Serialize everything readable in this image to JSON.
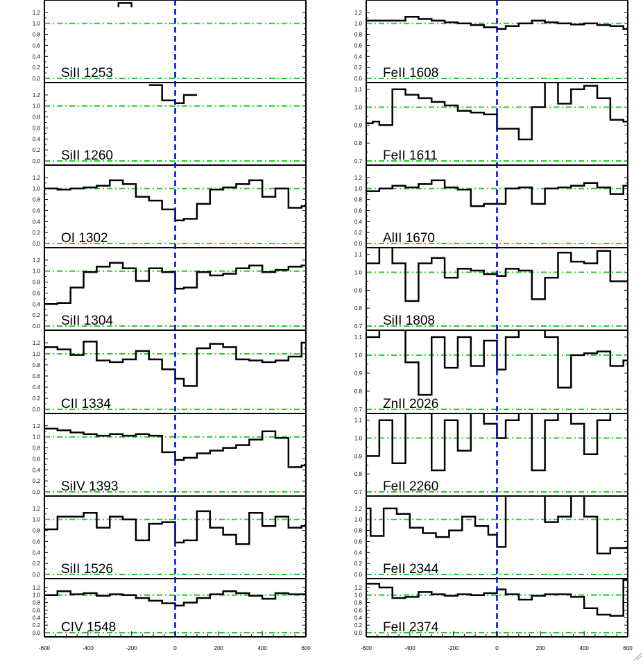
{
  "chart_data": {
    "type": "line",
    "style": "step",
    "xlim": [
      -600,
      600
    ],
    "x_ticks": [
      -600,
      -400,
      -200,
      0,
      200,
      400,
      600
    ],
    "reference_lines": {
      "horizontal_y": 1.0,
      "vertical_x": 0,
      "horizontal_color": "#22cc22",
      "vertical_color": "#0000dd"
    },
    "columns": [
      {
        "panels": [
          {
            "label": "SiII 1253",
            "ylim": [
              0,
              1.4
            ],
            "y_ticks": [
              0.0,
              0.2,
              0.4,
              0.6,
              0.8,
              1.0,
              1.2
            ],
            "x": [
              -260,
              -200
            ],
            "y": [
              1.37,
              1.37
            ]
          },
          {
            "label": "SiII 1260",
            "ylim": [
              0,
              1.4
            ],
            "y_ticks": [
              0.0,
              0.2,
              0.4,
              0.6,
              0.8,
              1.0,
              1.2
            ],
            "x": [
              -120,
              -60,
              0,
              40,
              100
            ],
            "y": [
              1.38,
              1.1,
              1.05,
              1.2,
              1.3
            ]
          },
          {
            "label": "OI 1302",
            "ylim": [
              0,
              1.4
            ],
            "y_ticks": [
              0.0,
              0.2,
              0.4,
              0.6,
              0.8,
              1.0,
              1.2
            ],
            "x": [
              -600,
              -540,
              -480,
              -420,
              -360,
              -300,
              -240,
              -180,
              -120,
              -60,
              0,
              40,
              100,
              160,
              220,
              280,
              340,
              400,
              460,
              520,
              580,
              600
            ],
            "y": [
              1.0,
              0.98,
              1.0,
              1.02,
              1.05,
              1.15,
              1.08,
              0.85,
              0.78,
              0.62,
              0.42,
              0.45,
              0.72,
              0.98,
              1.02,
              1.08,
              1.15,
              0.85,
              1.0,
              0.65,
              0.68,
              0.68
            ]
          },
          {
            "label": "SiII 1304",
            "ylim": [
              0,
              1.4
            ],
            "y_ticks": [
              0.0,
              0.2,
              0.4,
              0.6,
              0.8,
              1.0,
              1.2
            ],
            "x": [
              -600,
              -540,
              -480,
              -420,
              -360,
              -300,
              -240,
              -180,
              -120,
              -60,
              0,
              40,
              100,
              160,
              220,
              280,
              340,
              400,
              460,
              520,
              580,
              600
            ],
            "y": [
              0.4,
              0.42,
              0.7,
              0.98,
              1.08,
              1.15,
              1.05,
              0.82,
              1.05,
              0.98,
              0.68,
              0.7,
              0.98,
              0.92,
              0.95,
              1.05,
              1.1,
              0.98,
              1.02,
              1.08,
              1.1,
              1.1
            ]
          },
          {
            "label": "CII 1334",
            "ylim": [
              0,
              1.4
            ],
            "y_ticks": [
              0.0,
              0.2,
              0.4,
              0.6,
              0.8,
              1.0,
              1.2
            ],
            "x": [
              -600,
              -540,
              -480,
              -420,
              -360,
              -300,
              -240,
              -180,
              -120,
              -60,
              0,
              40,
              100,
              160,
              220,
              280,
              340,
              400,
              460,
              520,
              580,
              600
            ],
            "y": [
              1.12,
              1.08,
              0.98,
              1.22,
              0.88,
              0.85,
              0.9,
              1.05,
              0.9,
              0.72,
              0.55,
              0.42,
              1.1,
              1.18,
              1.12,
              0.9,
              0.88,
              0.85,
              0.88,
              0.95,
              1.2,
              1.18
            ]
          },
          {
            "label": "SiIV 1393",
            "ylim": [
              0,
              1.4
            ],
            "y_ticks": [
              0.0,
              0.2,
              0.4,
              0.6,
              0.8,
              1.0,
              1.2
            ],
            "x": [
              -600,
              -540,
              -480,
              -420,
              -360,
              -300,
              -240,
              -180,
              -120,
              -60,
              0,
              40,
              100,
              160,
              220,
              280,
              340,
              400,
              460,
              520,
              580,
              600
            ],
            "y": [
              1.15,
              1.12,
              1.08,
              1.05,
              1.02,
              1.05,
              1.02,
              1.05,
              1.02,
              0.72,
              0.58,
              0.62,
              0.7,
              0.75,
              0.8,
              0.85,
              0.95,
              1.1,
              0.98,
              0.45,
              0.48,
              0.48
            ]
          },
          {
            "label": "SiII 1526",
            "ylim": [
              0,
              1.4
            ],
            "y_ticks": [
              0.0,
              0.2,
              0.4,
              0.6,
              0.8,
              1.0,
              1.2
            ],
            "x": [
              -600,
              -540,
              -480,
              -420,
              -360,
              -300,
              -240,
              -180,
              -120,
              -60,
              0,
              40,
              100,
              160,
              220,
              280,
              340,
              400,
              460,
              520,
              580,
              600
            ],
            "y": [
              0.82,
              1.05,
              1.05,
              1.12,
              0.85,
              1.05,
              1.0,
              0.62,
              0.92,
              0.95,
              0.58,
              0.62,
              1.15,
              0.85,
              0.72,
              0.55,
              1.12,
              0.88,
              1.05,
              0.85,
              0.88,
              0.88
            ]
          },
          {
            "label": "CIV 1548",
            "ylim": [
              0,
              1.4
            ],
            "y_ticks": [
              0.0,
              0.2,
              0.4,
              0.6,
              0.8,
              1.0,
              1.2
            ],
            "x": [
              -600,
              -540,
              -480,
              -420,
              -360,
              -300,
              -240,
              -180,
              -120,
              -60,
              0,
              40,
              100,
              160,
              220,
              280,
              340,
              400,
              460,
              520,
              580,
              600
            ],
            "y": [
              1.0,
              1.1,
              1.02,
              1.05,
              0.98,
              1.02,
              1.0,
              0.92,
              0.85,
              0.78,
              0.72,
              0.8,
              0.92,
              1.02,
              1.1,
              1.05,
              0.98,
              0.9,
              1.05,
              1.02,
              1.02,
              1.02
            ]
          }
        ]
      },
      {
        "panels": [
          {
            "label": "FeII 1608",
            "ylim": [
              0,
              1.4
            ],
            "y_ticks": [
              0.0,
              0.2,
              0.4,
              0.6,
              0.8,
              1.0,
              1.2
            ],
            "x": [
              -600,
              -420,
              -360,
              -300,
              -240,
              -180,
              -120,
              -60,
              0,
              40,
              100,
              160,
              220,
              280,
              340,
              400,
              460,
              520,
              580,
              600
            ],
            "y": [
              1.05,
              1.12,
              1.08,
              1.05,
              1.02,
              1.0,
              0.97,
              0.93,
              0.9,
              0.95,
              1.0,
              1.05,
              1.02,
              1.0,
              0.98,
              1.0,
              0.97,
              0.95,
              0.9,
              0.9
            ]
          },
          {
            "label": "FeII 1611",
            "ylim": [
              0.7,
              1.13
            ],
            "y_ticks": [
              0.7,
              0.8,
              0.9,
              1.0,
              1.1
            ],
            "x": [
              -600,
              -570,
              -540,
              -480,
              -420,
              -360,
              -300,
              -240,
              -180,
              -120,
              -60,
              0,
              40,
              100,
              160,
              220,
              280,
              340,
              400,
              460,
              520,
              580,
              600
            ],
            "y": [
              0.91,
              0.92,
              0.9,
              1.1,
              1.07,
              1.05,
              1.03,
              1.01,
              0.98,
              0.97,
              0.96,
              0.88,
              0.88,
              0.82,
              1.0,
              1.2,
              1.02,
              1.1,
              1.12,
              1.05,
              0.93,
              0.92,
              0.92
            ]
          },
          {
            "label": "AlII 1670",
            "ylim": [
              0,
              1.4
            ],
            "y_ticks": [
              0.0,
              0.2,
              0.4,
              0.6,
              0.8,
              1.0,
              1.2
            ],
            "x": [
              -600,
              -540,
              -480,
              -420,
              -360,
              -300,
              -240,
              -180,
              -120,
              -60,
              0,
              40,
              100,
              160,
              220,
              280,
              340,
              400,
              460,
              520,
              580,
              600
            ],
            "y": [
              0.95,
              1.0,
              1.05,
              1.02,
              1.08,
              1.15,
              1.02,
              0.98,
              0.68,
              0.72,
              0.72,
              1.0,
              1.02,
              0.72,
              1.0,
              1.02,
              1.05,
              1.1,
              1.02,
              0.9,
              1.05,
              1.05
            ]
          },
          {
            "label": "SiII 1808",
            "ylim": [
              0.7,
              1.13
            ],
            "y_ticks": [
              0.7,
              0.8,
              0.9,
              1.0,
              1.1
            ],
            "x": [
              -600,
              -540,
              -480,
              -420,
              -360,
              -300,
              -240,
              -180,
              -120,
              -60,
              0,
              40,
              100,
              160,
              220,
              280,
              340,
              400,
              460,
              520,
              580,
              600
            ],
            "y": [
              1.05,
              1.2,
              1.05,
              0.84,
              1.05,
              1.08,
              0.97,
              1.02,
              1.01,
              0.99,
              0.98,
              1.02,
              1.01,
              0.85,
              0.97,
              1.11,
              1.06,
              1.05,
              1.12,
              0.95,
              0.95,
              0.95
            ]
          },
          {
            "label": "ZnII 2026",
            "ylim": [
              0.7,
              1.13
            ],
            "y_ticks": [
              0.7,
              0.8,
              0.9,
              1.0,
              1.1
            ],
            "x": [
              -600,
              -540,
              -480,
              -420,
              -360,
              -300,
              -240,
              -180,
              -120,
              -60,
              0,
              40,
              100,
              160,
              220,
              280,
              340,
              400,
              460,
              520,
              580,
              600
            ],
            "y": [
              1.1,
              1.2,
              1.2,
              0.96,
              0.78,
              1.1,
              0.93,
              1.1,
              0.94,
              1.08,
              0.92,
              1.1,
              1.2,
              1.2,
              1.1,
              0.82,
              1.0,
              1.01,
              1.02,
              0.94,
              0.97,
              0.97
            ]
          },
          {
            "label": "FeII 2260",
            "ylim": [
              0.7,
              1.13
            ],
            "y_ticks": [
              0.7,
              0.8,
              0.9,
              1.0,
              1.1
            ],
            "x": [
              -600,
              -540,
              -480,
              -420,
              -360,
              -300,
              -240,
              -180,
              -120,
              -60,
              0,
              40,
              100,
              160,
              220,
              280,
              340,
              400,
              460,
              520,
              580,
              600
            ],
            "y": [
              0.9,
              1.1,
              0.86,
              1.2,
              1.2,
              0.82,
              1.1,
              0.93,
              1.2,
              1.08,
              1.0,
              1.1,
              1.2,
              0.82,
              1.1,
              1.2,
              1.08,
              0.91,
              1.1,
              1.2,
              1.2,
              1.2
            ]
          },
          {
            "label": "FeII 2344",
            "ylim": [
              0,
              1.4
            ],
            "y_ticks": [
              0.0,
              0.2,
              0.4,
              0.6,
              0.8,
              1.0,
              1.2
            ],
            "x": [
              -600,
              -580,
              -520,
              -460,
              -400,
              -340,
              -280,
              -220,
              -160,
              -100,
              -40,
              0,
              40,
              100,
              160,
              220,
              280,
              340,
              400,
              460,
              520,
              580,
              600
            ],
            "y": [
              1.2,
              0.7,
              1.2,
              1.1,
              0.85,
              0.75,
              0.68,
              0.8,
              1.05,
              0.88,
              0.72,
              0.5,
              1.45,
              1.45,
              1.45,
              0.95,
              1.05,
              1.45,
              1.05,
              0.38,
              0.48,
              0.48,
              0.48
            ]
          },
          {
            "label": "FeII 2374",
            "ylim": [
              0,
              1.4
            ],
            "y_ticks": [
              0.0,
              0.2,
              0.4,
              0.6,
              0.8,
              1.0,
              1.2
            ],
            "x": [
              -600,
              -540,
              -480,
              -420,
              -360,
              -300,
              -240,
              -180,
              -120,
              -60,
              0,
              40,
              100,
              160,
              220,
              280,
              340,
              400,
              460,
              520,
              580,
              600
            ],
            "y": [
              1.3,
              1.2,
              0.92,
              0.95,
              1.08,
              1.02,
              0.98,
              1.02,
              1.0,
              1.05,
              1.15,
              1.02,
              0.88,
              0.98,
              1.02,
              1.02,
              0.95,
              0.65,
              0.48,
              0.45,
              1.4,
              1.4
            ]
          }
        ]
      }
    ]
  }
}
